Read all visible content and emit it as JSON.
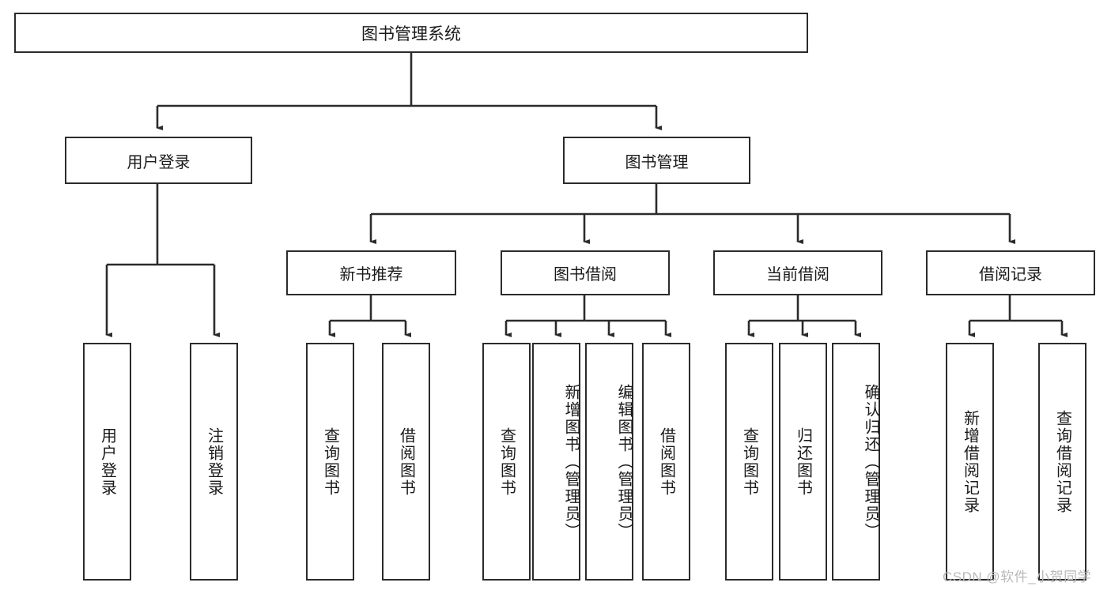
{
  "diagram": {
    "type": "tree-hierarchy",
    "title": "图书管理系统",
    "root": {
      "label": "图书管理系统"
    },
    "level2": [
      {
        "label": "用户登录"
      },
      {
        "label": "图书管理"
      }
    ],
    "level3": [
      {
        "label": "新书推荐",
        "parent": "图书管理"
      },
      {
        "label": "图书借阅",
        "parent": "图书管理"
      },
      {
        "label": "当前借阅",
        "parent": "图书管理"
      },
      {
        "label": "借阅记录",
        "parent": "图书管理"
      }
    ],
    "leaves": [
      {
        "label": "用户登录",
        "parent": "用户登录"
      },
      {
        "label": "注销登录",
        "parent": "用户登录"
      },
      {
        "label": "查询图书",
        "parent": "新书推荐"
      },
      {
        "label": "借阅图书",
        "parent": "新书推荐"
      },
      {
        "label": "查询图书",
        "parent": "图书借阅"
      },
      {
        "label": "新增图书（管理员）",
        "parent": "图书借阅"
      },
      {
        "label": "编辑图书（管理员）",
        "parent": "图书借阅"
      },
      {
        "label": "借阅图书",
        "parent": "图书借阅"
      },
      {
        "label": "查询图书",
        "parent": "当前借阅"
      },
      {
        "label": "归还图书",
        "parent": "当前借阅"
      },
      {
        "label": "确认归还（管理员）",
        "parent": "当前借阅"
      },
      {
        "label": "新增借阅记录",
        "parent": "借阅记录"
      },
      {
        "label": "查询借阅记录",
        "parent": "借阅记录"
      }
    ],
    "colors": {
      "border": "#2b2b2b",
      "background": "#ffffff",
      "text": "#1a1a1a",
      "watermark": "#b9b9b9"
    }
  },
  "watermark": {
    "text": "CSDN @软件_小贺同学"
  }
}
